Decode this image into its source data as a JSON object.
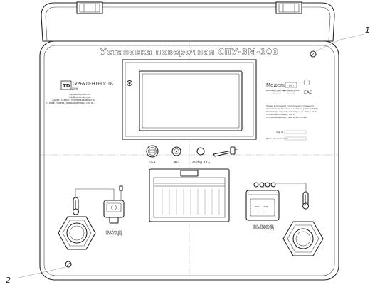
{
  "panel": {
    "title": "Установка поверочная СПУ-3М-100",
    "callout_1": "1",
    "callout_2": "2"
  },
  "company": {
    "logo_text": "ТУРБУЛЕНТНОСТЬ",
    "logo_sub": "ДОН",
    "contact_lines": [
      "www.turbo-don.ru",
      "info@turbo-don.ru",
      "Адрес: 346800, Ростовская область,",
      "г. Азов, проезд Промышленный, 3-й, д. 3"
    ]
  },
  "nameplate": {
    "model_label": "Модель:",
    "model_value": "100",
    "spec_lines": [
      "Диапазон расхода:",
      "Диапазон давл.:",
      "Предел допускаемой относительной погрешности",
      "при измерении объема газа в рабочих условиях ±0,3%",
      "Температура окружающего воздуха от -10 до +40 °С",
      "Напряжение питания ~ 220 В",
      "Потребляемая мощность не более 25000 Вт"
    ],
    "serial_label": "Зав. №",
    "date_label": "Дата изготовления"
  },
  "ports": {
    "usb": "USB",
    "kb": "КБ",
    "charge": "ЗАРЯД АКБ"
  },
  "inlet": {
    "label": "ВХОД"
  },
  "outlet": {
    "label": "ВЫХОД"
  }
}
